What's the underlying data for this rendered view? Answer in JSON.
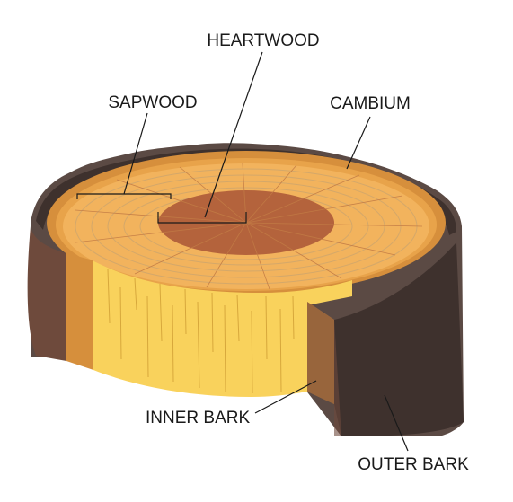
{
  "labels": {
    "heartwood": "HEARTWOOD",
    "sapwood": "SAPWOOD",
    "cambium": "CAMBIUM",
    "inner_bark": "INNER BARK",
    "outer_bark": "OUTER BARK"
  },
  "colors": {
    "outer_bark": "#5b4a44",
    "outer_bark_dark": "#3e312d",
    "bark_edge": "#6e4a3c",
    "inner_bark": "#d68f3c",
    "cambium_ring": "#e8a34a",
    "sapwood_top": "#f2b35d",
    "sapwood_side": "#f9d25c",
    "heartwood": "#b4633c",
    "growth_rings": "#d4a86a"
  }
}
